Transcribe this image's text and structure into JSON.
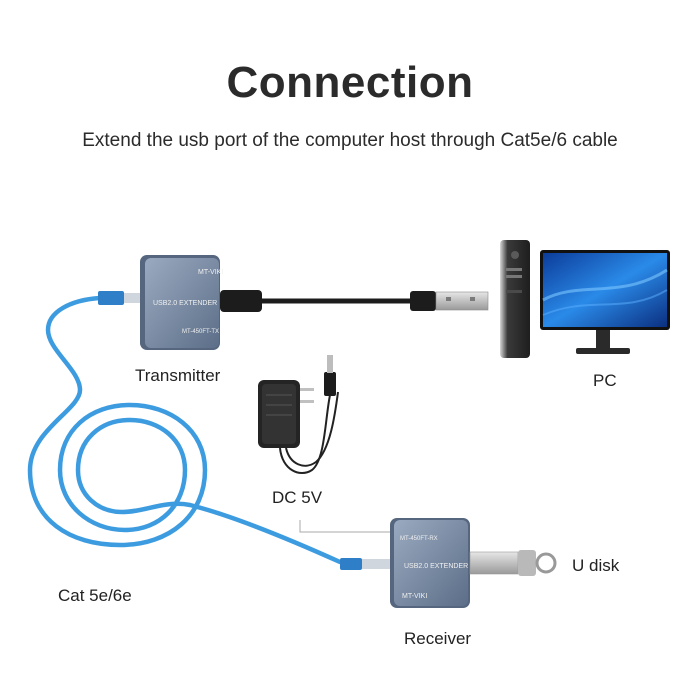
{
  "header": {
    "title": "Connection",
    "subtitle": "Extend the usb port of the computer host through Cat5e/6 cable"
  },
  "devices": {
    "transmitter": {
      "label": "Transmitter",
      "brand": "MT-VIKI",
      "name": "USB2.0 EXTENDER",
      "model": "MT-450FT-TX"
    },
    "receiver": {
      "label": "Receiver",
      "brand": "MT-VIKI",
      "name": "USB2.0 EXTENDER",
      "model": "MT-450FT-RX"
    },
    "pc": {
      "label": "PC"
    },
    "power": {
      "label": "DC 5V"
    },
    "udisk": {
      "label": "U disk"
    },
    "cable": {
      "label": "Cat 5e/6e"
    }
  },
  "colors": {
    "text": "#2b2b2b",
    "cable_blue": "#3d9ce0",
    "connector_blue": "#2f7fc8",
    "device_body": "#6d7f99",
    "device_face": "#8a9bb3",
    "usb_black": "#1c1c1c",
    "monitor_screen": "#1f6fd0"
  }
}
